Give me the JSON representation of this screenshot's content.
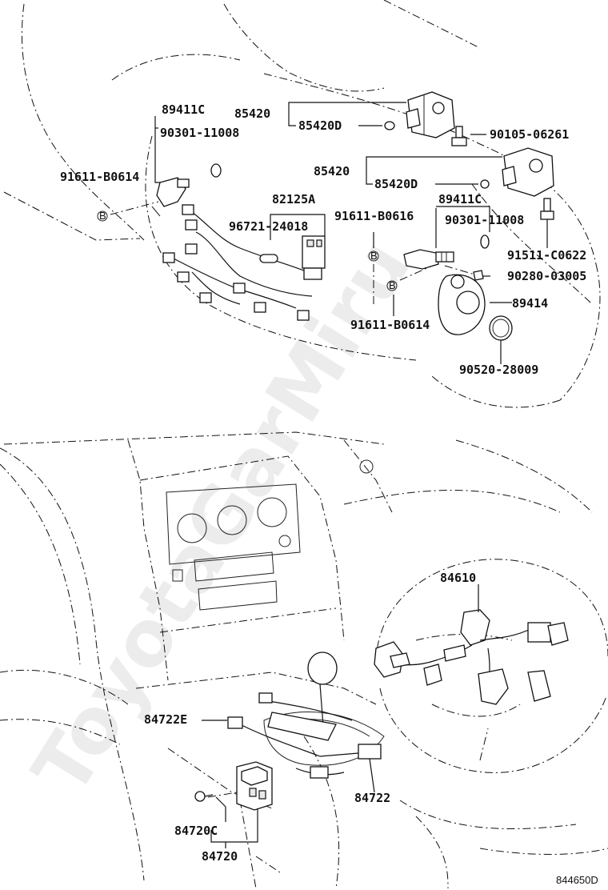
{
  "watermark": "ToyotaGarMiru",
  "diagram_id": "844650D",
  "labels": {
    "p89411c_a": "89411C",
    "p90301_a": "90301-11008",
    "p91611_b0614_a": "91611-B0614",
    "p85420_a": "85420",
    "p85420d_a": "85420D",
    "p90105": "90105-06261",
    "p85420_b": "85420",
    "p85420d_b": "85420D",
    "p89411c_b": "89411C",
    "p90301_b": "90301-11008",
    "p82125a": "82125A",
    "p96721": "96721-24018",
    "p91611_b0616": "91611-B0616",
    "p91511": "91511-C0622",
    "p90280": "90280-03005",
    "p89414": "89414",
    "p91611_b0614_b": "91611-B0614",
    "p90520": "90520-28009",
    "p84610": "84610",
    "p84722e": "84722E",
    "p84722": "84722",
    "p84720c": "84720C",
    "p84720": "84720"
  },
  "bolt_marker": "B"
}
